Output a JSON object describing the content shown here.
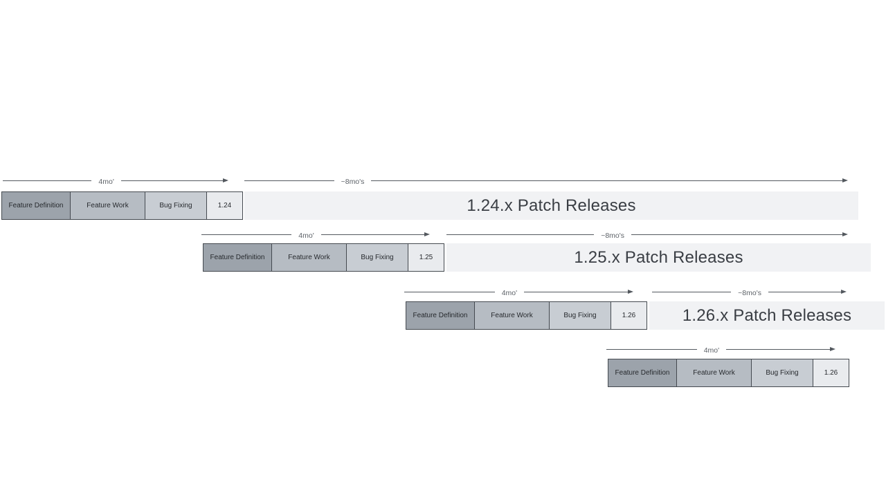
{
  "colors": {
    "feature_definition_fill": "#9ca3ab",
    "feature_work_fill": "#b6bcc3",
    "bug_fixing_fill": "#c8cdd3",
    "version_fill": "#e9ebee",
    "patch_bar_fill": "#f1f2f4",
    "box_border": "#44494f",
    "arrow": "#53585e",
    "box_text": "#26292d",
    "patch_text": "#3a3e44",
    "duration_text": "#5c6167"
  },
  "rows": [
    {
      "version": "1.24",
      "dev_duration": "4mo'",
      "patch_duration": "~8mo's",
      "patch_label": "1.24.x Patch Releases",
      "phases": [
        "Feature Definition",
        "Feature Work",
        "Bug Fixing"
      ]
    },
    {
      "version": "1.25",
      "dev_duration": "4mo'",
      "patch_duration": "~8mo's",
      "patch_label": "1.25.x Patch Releases",
      "phases": [
        "Feature Definition",
        "Feature Work",
        "Bug Fixing"
      ]
    },
    {
      "version": "1.26",
      "dev_duration": "4mo'",
      "patch_duration": "~8mo's",
      "patch_label": "1.26.x Patch Releases",
      "phases": [
        "Feature Definition",
        "Feature Work",
        "Bug Fixing"
      ]
    },
    {
      "version": "1.26",
      "dev_duration": "4mo'",
      "phases": [
        "Feature Definition",
        "Feature Work",
        "Bug Fixing"
      ]
    }
  ]
}
